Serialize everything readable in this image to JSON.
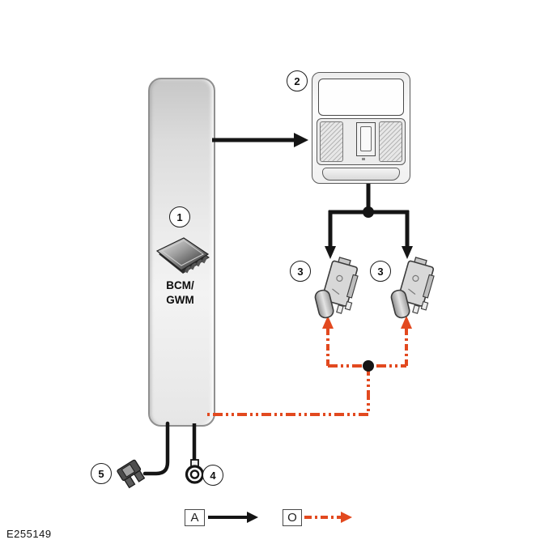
{
  "figure_id": "E255149",
  "colors": {
    "black_wire": "#151515",
    "orange_wire": "#e2491f"
  },
  "module": {
    "callout": "1",
    "name_line1": "BCM/",
    "name_line2": "GWM"
  },
  "overhead_console": {
    "callout": "2"
  },
  "left_actuator": {
    "callout": "3"
  },
  "right_actuator": {
    "callout": "3"
  },
  "ground_terminal": {
    "callout": "4"
  },
  "power_connector": {
    "callout": "5"
  },
  "legend": {
    "hardwired": {
      "label": "A"
    },
    "bus": {
      "label": "O"
    }
  }
}
